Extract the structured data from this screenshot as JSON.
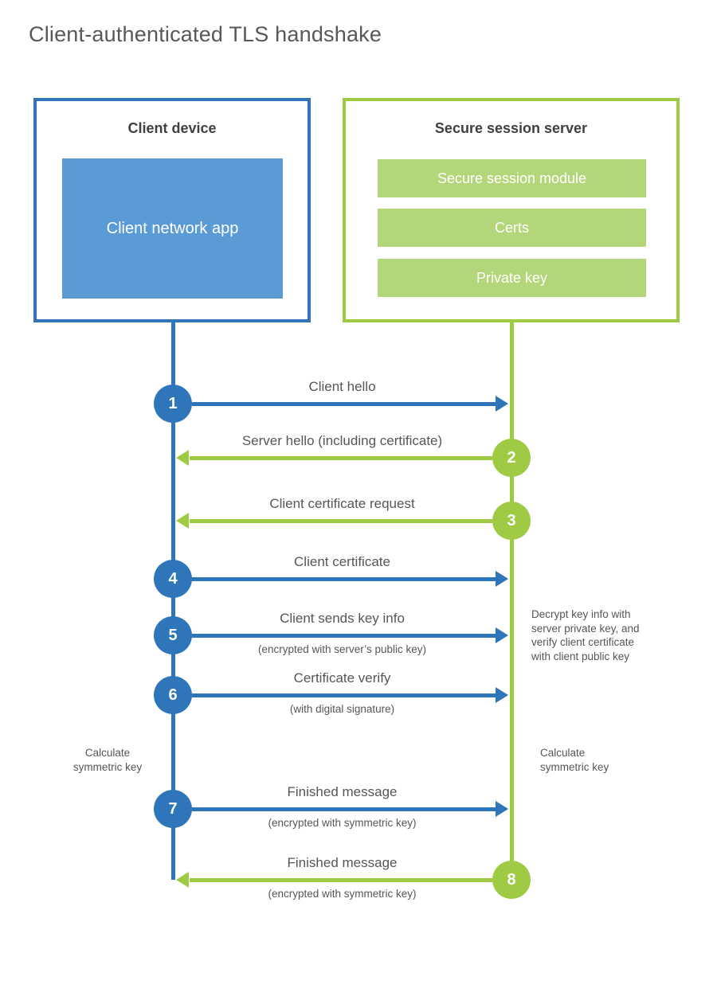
{
  "title": "Client-authenticated TLS handshake",
  "colors": {
    "blue": "#2e76b9",
    "blue_fill": "#5b9bd5",
    "green": "#9ecb43",
    "green_fill": "#b3d67a",
    "text_dark": "#3f4042",
    "text_gray": "#55565a"
  },
  "client_box": {
    "title": "Client device",
    "inner_label": "Client network app"
  },
  "server_box": {
    "title": "Secure session server",
    "modules": [
      "Secure session module",
      "Certs",
      "Private key"
    ]
  },
  "steps": [
    {
      "num": "1",
      "label": "Client hello",
      "direction": "client-to-server"
    },
    {
      "num": "2",
      "label": "Server hello (including certificate)",
      "direction": "server-to-client"
    },
    {
      "num": "3",
      "label": "Client certificate request",
      "direction": "server-to-client"
    },
    {
      "num": "4",
      "label": "Client certificate",
      "direction": "client-to-server"
    },
    {
      "num": "5",
      "label": "Client sends key info",
      "sub": "(encrypted with server’s public key)",
      "direction": "client-to-server"
    },
    {
      "num": "6",
      "label": "Certificate verify",
      "sub": "(with digital signature)",
      "direction": "client-to-server"
    },
    {
      "num": "7",
      "label": "Finished message",
      "sub": "(encrypted with symmetric key)",
      "direction": "client-to-server"
    },
    {
      "num": "8",
      "label": "Finished message",
      "sub": "(encrypted with symmetric key)",
      "direction": "server-to-client"
    }
  ],
  "annotations": {
    "server_note": "Decrypt key info with\nserver private key, and\nverify client certificate\nwith client public key",
    "client_calc": "Calculate\nsymmetric key",
    "server_calc": "Calculate\nsymmetric key"
  }
}
